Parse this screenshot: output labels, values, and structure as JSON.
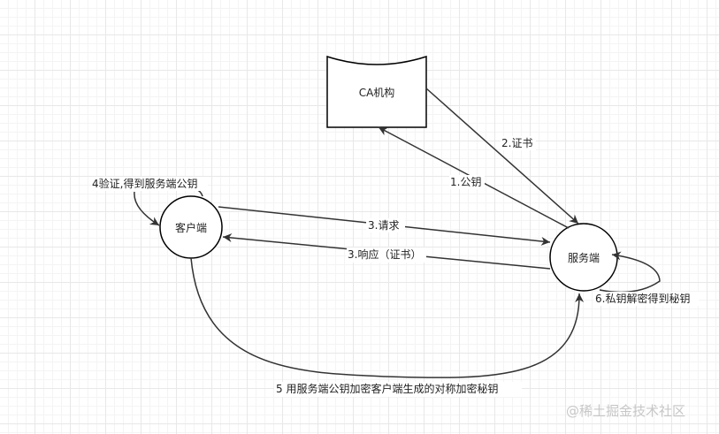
{
  "nodes": {
    "ca": "CA机构",
    "client": "客户端",
    "server": "服务端"
  },
  "edges": {
    "cert": "2.证书",
    "public_key": "1.公钥",
    "request": "3.请求",
    "response": "3.响应（证书）",
    "verify": "4验证,得到服务端公钥",
    "decrypt": "6.私钥解密得到秘钥",
    "encrypt": "5 用服务端公钥加密客户端生成的对称加密秘钥"
  },
  "watermark": "@稀土掘金技术社区",
  "colors": {
    "stroke": "#000000",
    "edge": "#333333",
    "text": "#222222",
    "watermark": "#c7c7c7"
  }
}
